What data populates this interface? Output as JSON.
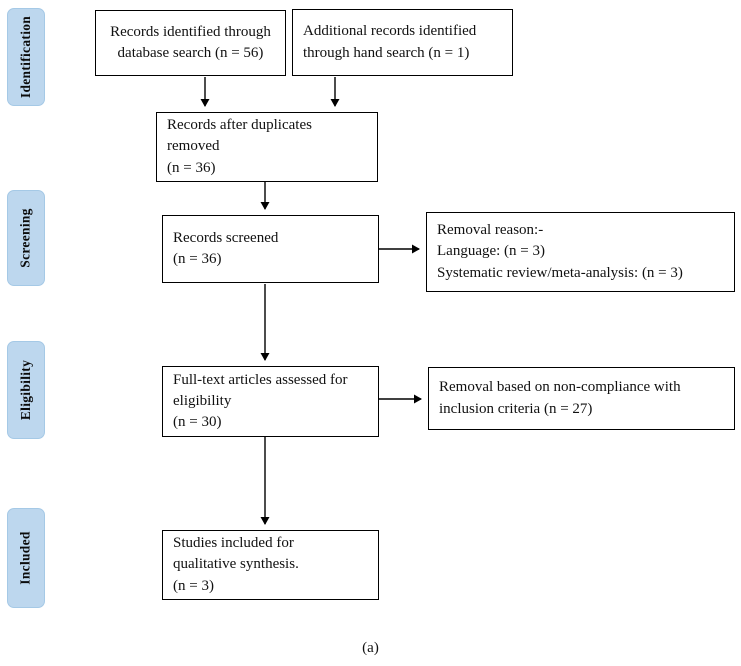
{
  "figure": {
    "caption": "(a)"
  },
  "sidebar": {
    "identification": "Identification",
    "screening": "Screening",
    "eligibility": "Eligibility",
    "included": "Included"
  },
  "boxes": {
    "database_search": "Records identified through\ndatabase search (n = 56)",
    "hand_search": "Additional records identified\nthrough hand search (n = 1)",
    "duplicates_removed": "Records after duplicates\nremoved\n(n = 36)",
    "records_screened": "Records screened\n(n = 36)",
    "removal_reason": "Removal reason:-\nLanguage: (n = 3)\nSystematic review/meta-analysis: (n = 3)",
    "fulltext_eligibility": "Full-text articles assessed for\neligibility\n(n = 30)",
    "removal_noncompliance": "Removal based on non-compliance with\ninclusion criteria (n = 27)",
    "studies_included": "Studies included for\nqualitative synthesis.\n(n = 3)"
  },
  "colors": {
    "stage_label_fill": "#BDD7EE",
    "box_border": "#000000",
    "arrow": "#000000"
  }
}
